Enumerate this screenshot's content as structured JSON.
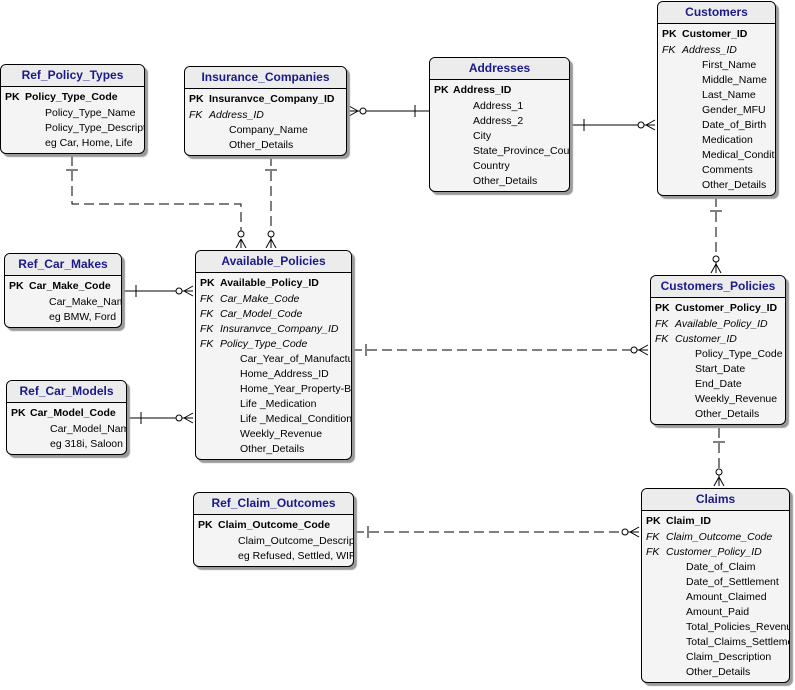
{
  "entities": [
    {
      "id": "ref_policy_types",
      "title": "Ref_Policy_Types",
      "attrs": [
        {
          "key": "PK",
          "name": "Policy_Type_Code"
        },
        {
          "key": "",
          "name": "Policy_Type_Name"
        },
        {
          "key": "",
          "name": "Policy_Type_Description"
        },
        {
          "key": "",
          "name": "eg Car, Home, Life"
        }
      ]
    },
    {
      "id": "insurance_companies",
      "title": "Insurance_Companies",
      "attrs": [
        {
          "key": "PK",
          "name": "Insuranvce_Company_ID"
        },
        {
          "key": "FK",
          "name": "Address_ID"
        },
        {
          "key": "",
          "name": "Company_Name"
        },
        {
          "key": "",
          "name": "Other_Details"
        }
      ]
    },
    {
      "id": "addresses",
      "title": "Addresses",
      "attrs": [
        {
          "key": "PK",
          "name": "Address_ID"
        },
        {
          "key": "",
          "name": "Address_1"
        },
        {
          "key": "",
          "name": "Address_2"
        },
        {
          "key": "",
          "name": "City"
        },
        {
          "key": "",
          "name": "State_Province_County"
        },
        {
          "key": "",
          "name": "Country"
        },
        {
          "key": "",
          "name": "Other_Details"
        }
      ]
    },
    {
      "id": "customers",
      "title": "Customers",
      "attrs": [
        {
          "key": "PK",
          "name": "Customer_ID"
        },
        {
          "key": "FK",
          "name": "Address_ID"
        },
        {
          "key": "",
          "name": "First_Name"
        },
        {
          "key": "",
          "name": "Middle_Name"
        },
        {
          "key": "",
          "name": "Last_Name"
        },
        {
          "key": "",
          "name": "Gender_MFU"
        },
        {
          "key": "",
          "name": "Date_of_Birth"
        },
        {
          "key": "",
          "name": "Medication"
        },
        {
          "key": "",
          "name": "Medical_Conditions"
        },
        {
          "key": "",
          "name": "Comments"
        },
        {
          "key": "",
          "name": "Other_Details"
        }
      ]
    },
    {
      "id": "ref_car_makes",
      "title": "Ref_Car_Makes",
      "attrs": [
        {
          "key": "PK",
          "name": "Car_Make_Code"
        },
        {
          "key": "",
          "name": "Car_Make_Names"
        },
        {
          "key": "",
          "name": "eg BMW, Ford"
        }
      ]
    },
    {
      "id": "available_policies",
      "title": "Available_Policies",
      "attrs": [
        {
          "key": "PK",
          "name": "Available_Policy_ID"
        },
        {
          "key": "FK",
          "name": "Car_Make_Code"
        },
        {
          "key": "FK",
          "name": "Car_Model_Code"
        },
        {
          "key": "FK",
          "name": "Insuranvce_Company_ID"
        },
        {
          "key": "FK",
          "name": "Policy_Type_Code"
        },
        {
          "key": "",
          "name": "Car_Year_of_Manufacture"
        },
        {
          "key": "",
          "name": "Home_Address_ID"
        },
        {
          "key": "",
          "name": "Home_Year_Property-Built"
        },
        {
          "key": "",
          "name": "Life _Medication"
        },
        {
          "key": "",
          "name": "Life _Medical_Condition"
        },
        {
          "key": "",
          "name": "Weekly_Revenue"
        },
        {
          "key": "",
          "name": "Other_Details"
        }
      ]
    },
    {
      "id": "customers_policies",
      "title": "Customers_Policies",
      "attrs": [
        {
          "key": "PK",
          "name": "Customer_Policy_ID"
        },
        {
          "key": "FK",
          "name": "Available_Policy_ID"
        },
        {
          "key": "FK",
          "name": "Customer_ID"
        },
        {
          "key": "",
          "name": "Policy_Type_Code"
        },
        {
          "key": "",
          "name": "Start_Date"
        },
        {
          "key": "",
          "name": "End_Date"
        },
        {
          "key": "",
          "name": "Weekly_Revenue"
        },
        {
          "key": "",
          "name": "Other_Details"
        }
      ]
    },
    {
      "id": "ref_car_models",
      "title": "Ref_Car_Models",
      "attrs": [
        {
          "key": "PK",
          "name": "Car_Model_Code"
        },
        {
          "key": "",
          "name": "Car_Model_Names"
        },
        {
          "key": "",
          "name": "eg 318i, Saloon"
        }
      ]
    },
    {
      "id": "ref_claim_outcomes",
      "title": "Ref_Claim_Outcomes",
      "attrs": [
        {
          "key": "PK",
          "name": "Claim_Outcome_Code"
        },
        {
          "key": "",
          "name": "Claim_Outcome_Description"
        },
        {
          "key": "",
          "name": "eg Refused, Settled, WIP"
        }
      ]
    },
    {
      "id": "claims",
      "title": "Claims",
      "attrs": [
        {
          "key": "PK",
          "name": "Claim_ID"
        },
        {
          "key": "FK",
          "name": "Claim_Outcome_Code"
        },
        {
          "key": "FK",
          "name": "Customer_Policy_ID"
        },
        {
          "key": "",
          "name": "Date_of_Claim"
        },
        {
          "key": "",
          "name": "Date_of_Settlement"
        },
        {
          "key": "",
          "name": "Amount_Claimed"
        },
        {
          "key": "",
          "name": "Amount_Paid"
        },
        {
          "key": "",
          "name": "Total_Policies_Revenue"
        },
        {
          "key": "",
          "name": "Total_Claims_Settlements"
        },
        {
          "key": "",
          "name": "Claim_Description"
        },
        {
          "key": "",
          "name": "Other_Details"
        }
      ]
    }
  ],
  "relationships": [
    {
      "from": "ref_policy_types",
      "to": "available_policies",
      "style": "dashed"
    },
    {
      "from": "insurance_companies",
      "to": "available_policies",
      "style": "dashed"
    },
    {
      "from": "addresses",
      "to": "insurance_companies",
      "style": "solid"
    },
    {
      "from": "addresses",
      "to": "customers",
      "style": "solid"
    },
    {
      "from": "customers",
      "to": "customers_policies",
      "style": "dashed"
    },
    {
      "from": "ref_car_makes",
      "to": "available_policies",
      "style": "solid"
    },
    {
      "from": "ref_car_models",
      "to": "available_policies",
      "style": "solid"
    },
    {
      "from": "available_policies",
      "to": "customers_policies",
      "style": "dashed"
    },
    {
      "from": "customers_policies",
      "to": "claims",
      "style": "dashed"
    },
    {
      "from": "ref_claim_outcomes",
      "to": "claims",
      "style": "dashed"
    }
  ]
}
